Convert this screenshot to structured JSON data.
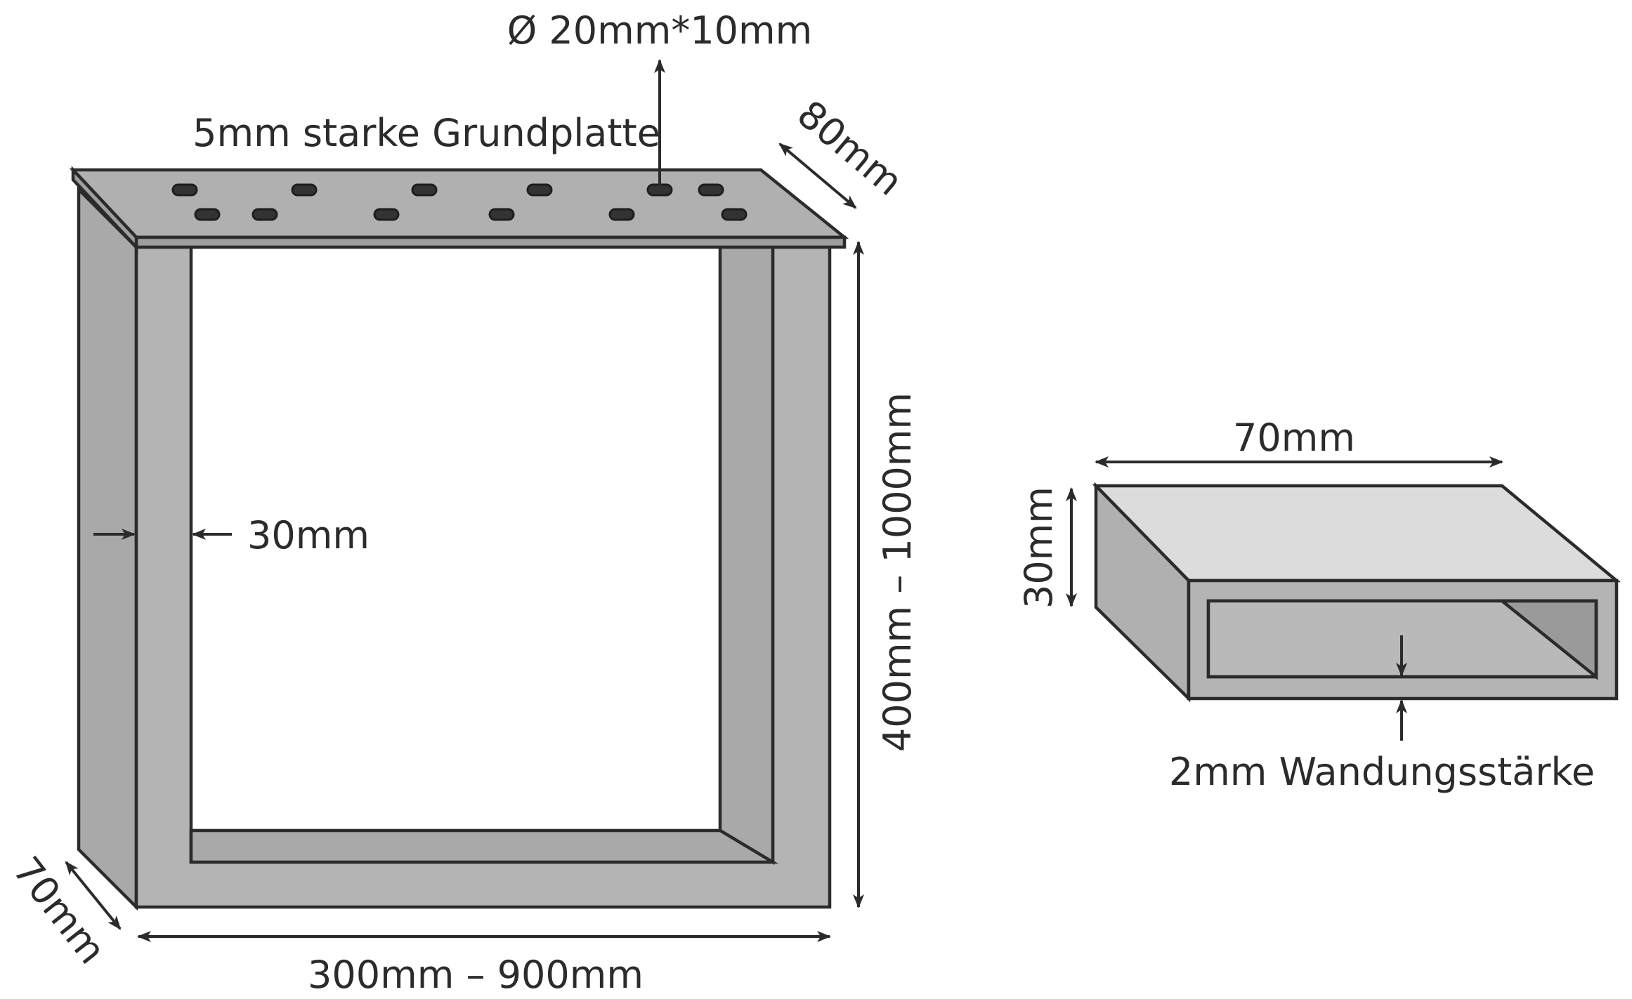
{
  "colors": {
    "line": "#2b2b2b",
    "steel_front": "#b4b4b4",
    "steel_side": "#a9a9a9",
    "steel_top": "#dcdcdc",
    "steel_inner_dark": "#9a9a9a",
    "background": "#ffffff"
  },
  "leg": {
    "label_hole": "Ø 20mm*10mm",
    "label_plate": "5mm starke Grundplatte",
    "label_plate_depth": "80mm",
    "label_height": "400mm – 1000mm",
    "label_width": "300mm – 900mm",
    "label_depth": "70mm",
    "label_profile_width": "30mm"
  },
  "profile": {
    "label_width": "70mm",
    "label_height": "30mm",
    "label_wall": "2mm Wandungsstärke"
  }
}
